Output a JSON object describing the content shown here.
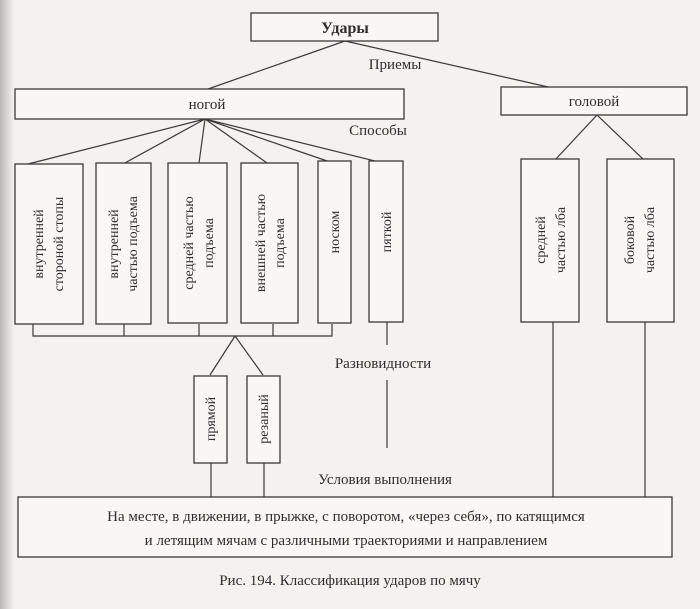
{
  "diagram": {
    "root": "Удары",
    "level_labels": {
      "techniques": "Приемы",
      "methods": "Способы",
      "varieties": "Разновидности",
      "conditions": "Условия выполнения"
    },
    "techniques": [
      {
        "label": "ногой",
        "methods": [
          {
            "line1": "внутренней",
            "line2": "стороной стопы"
          },
          {
            "line1": "внутренней",
            "line2": "частью подъема"
          },
          {
            "line1": "средней частью",
            "line2": "подъема"
          },
          {
            "line1": "внешней частью",
            "line2": "подъема"
          },
          {
            "line1": "носком",
            "line2": ""
          },
          {
            "line1": "пяткой",
            "line2": ""
          }
        ],
        "varieties": [
          "прямой",
          "резаный"
        ]
      },
      {
        "label": "головой",
        "methods": [
          {
            "line1": "средней",
            "line2": "частью лба"
          },
          {
            "line1": "боковой",
            "line2": "частью лба"
          }
        ]
      }
    ],
    "conditions": {
      "line1": "На месте, в движении, в прыжке, с поворотом, «через себя», по катящимся",
      "line2": "и летящим мячам с различными траекториями и направлением"
    },
    "caption": "Рис. 194. Классификация ударов по мячу"
  }
}
